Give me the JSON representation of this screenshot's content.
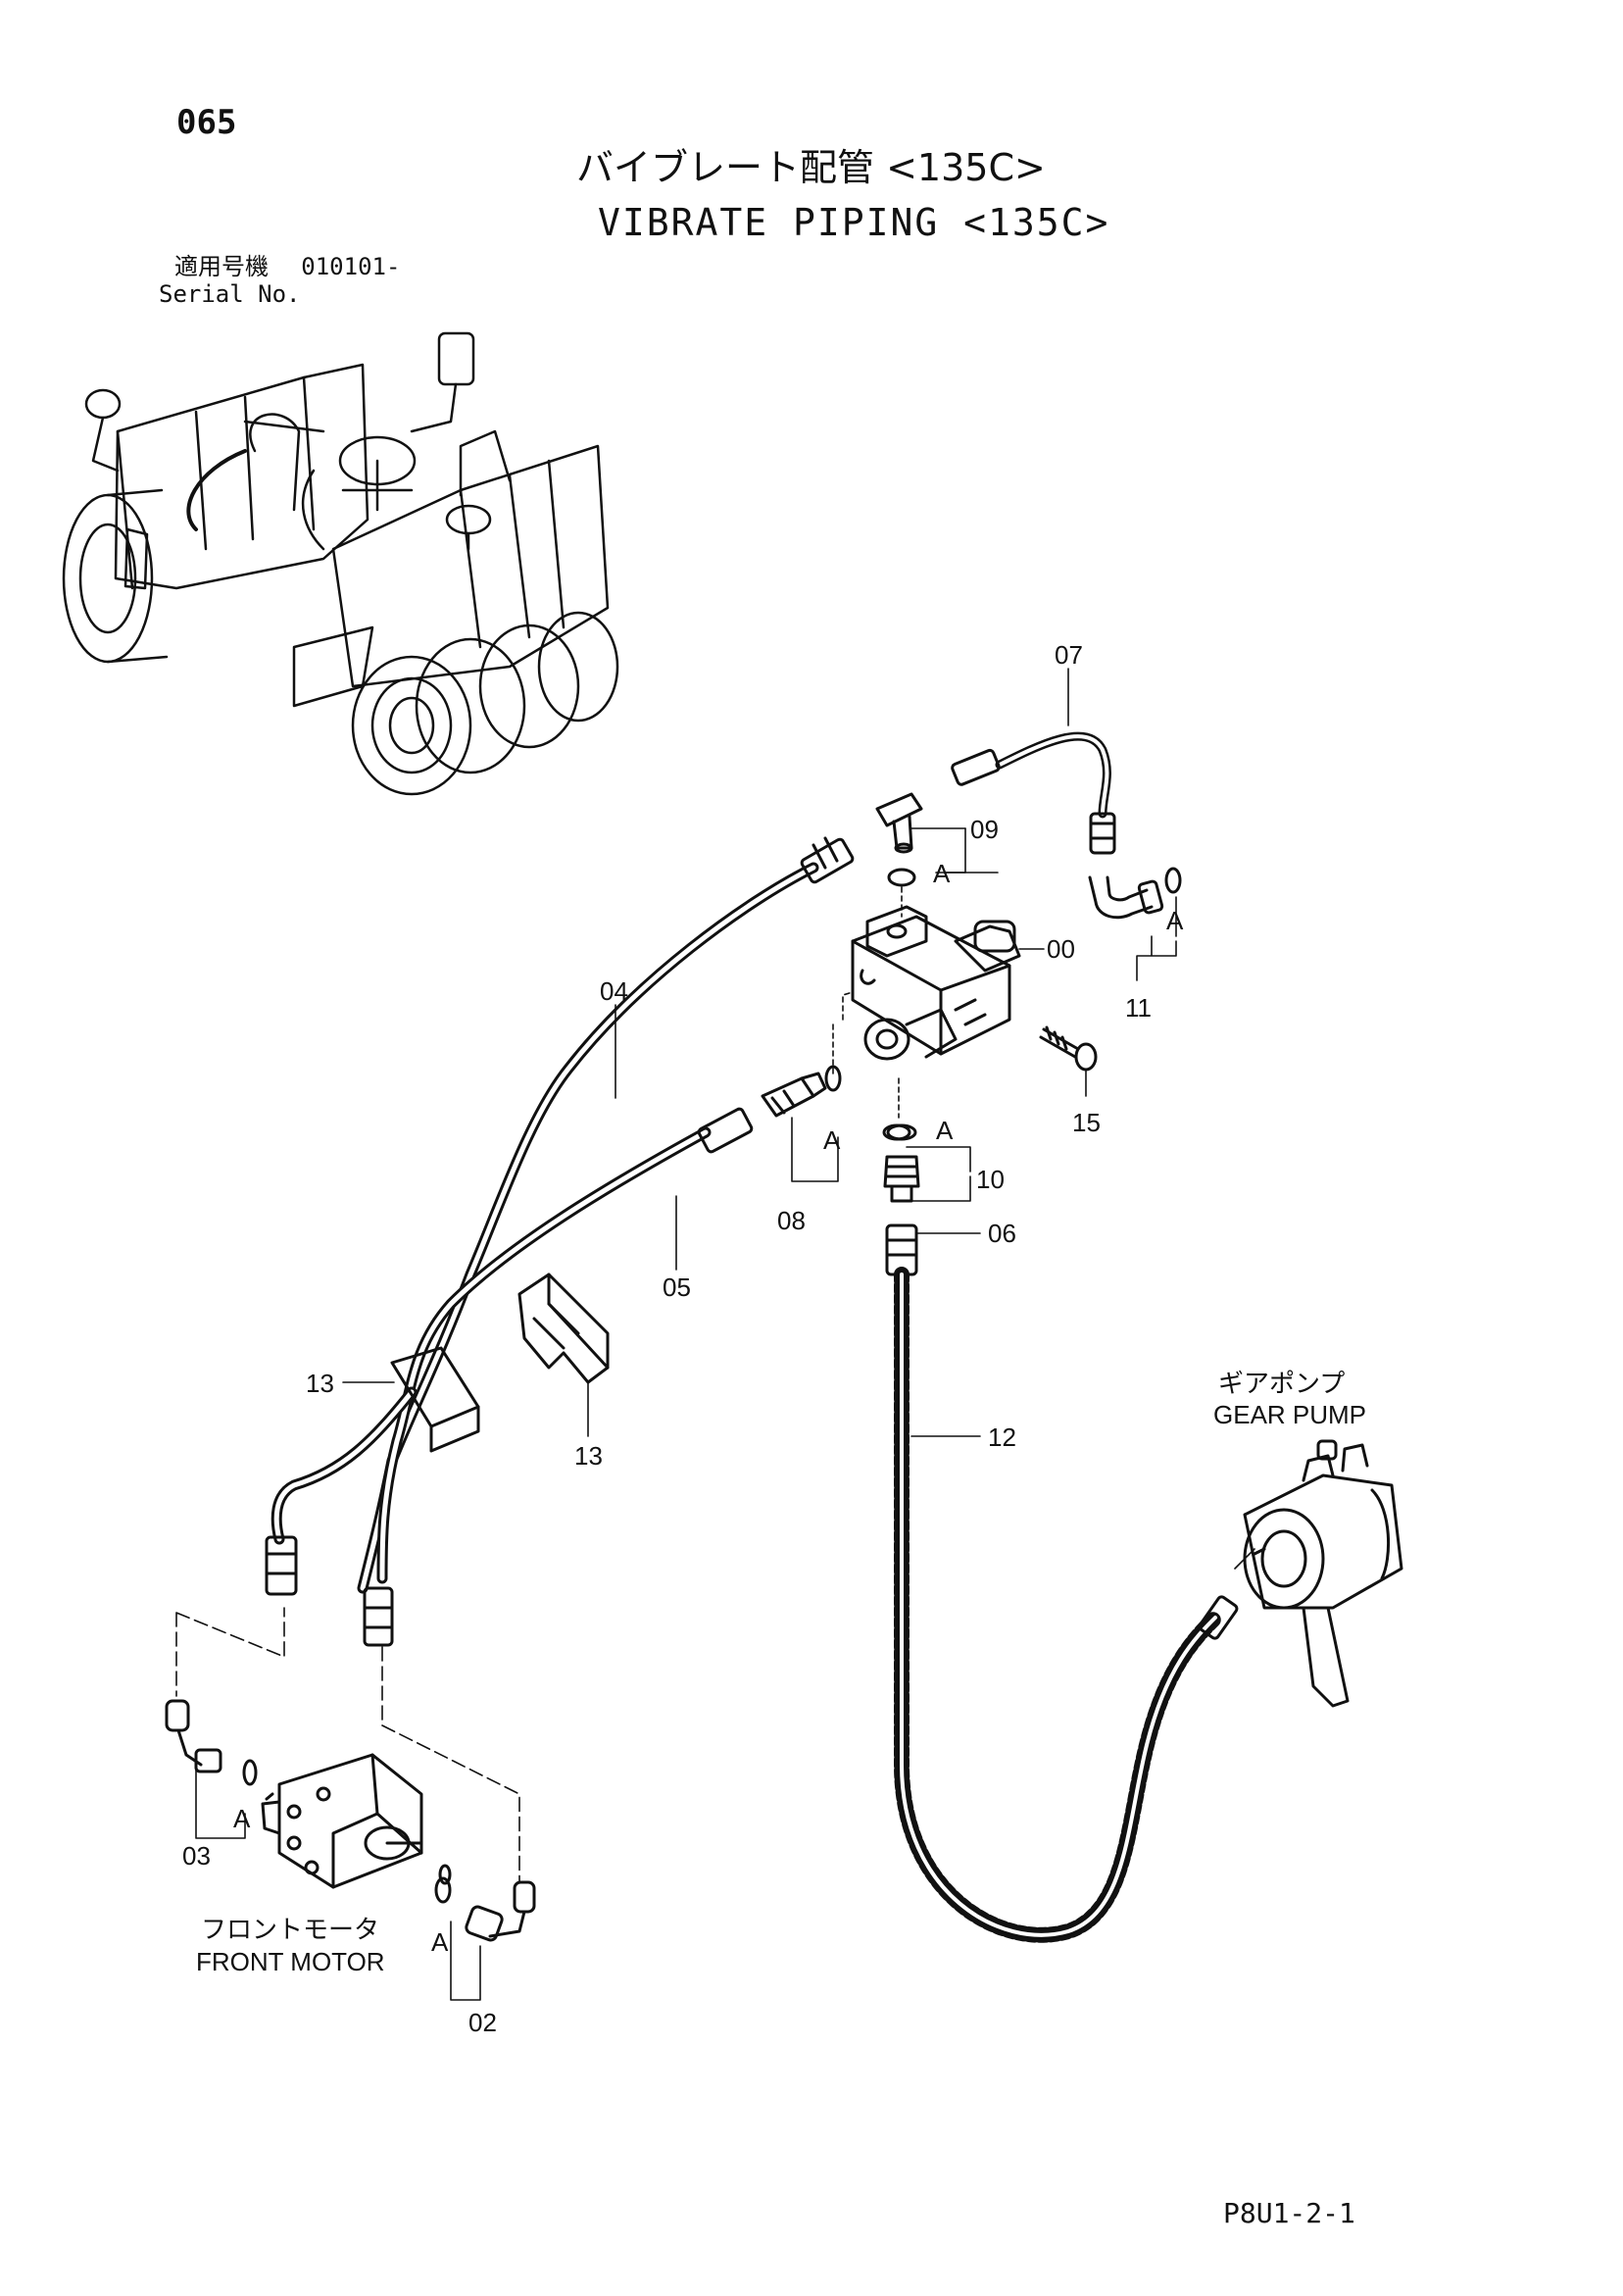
{
  "header": {
    "page_number": "065",
    "title_jp": "バイブレート配管 <135C>",
    "title_en": "VIBRATE PIPING <135C>",
    "serial_label_jp": "適用号機",
    "serial_value": "010101-",
    "serial_label_en": "Serial No."
  },
  "components": {
    "gear_pump_jp": "ギアポンプ",
    "gear_pump_en": "GEAR PUMP",
    "front_motor_jp": "フロントモータ",
    "front_motor_en": "FRONT MOTOR"
  },
  "callouts": {
    "c00": "00",
    "c02": "02",
    "c03": "03",
    "c04": "04",
    "c05": "05",
    "c06": "06",
    "c07": "07",
    "c08": "08",
    "c09": "09",
    "c10": "10",
    "c11": "11",
    "c12": "12",
    "c13a": "13",
    "c13b": "13",
    "c15": "15"
  },
  "markers": {
    "a1": "A",
    "a2": "A",
    "a3": "A",
    "a4": "A",
    "a5": "A",
    "a6": "A",
    "a7": "A"
  },
  "footer": {
    "drawing_code": "P8U1-2-1"
  }
}
